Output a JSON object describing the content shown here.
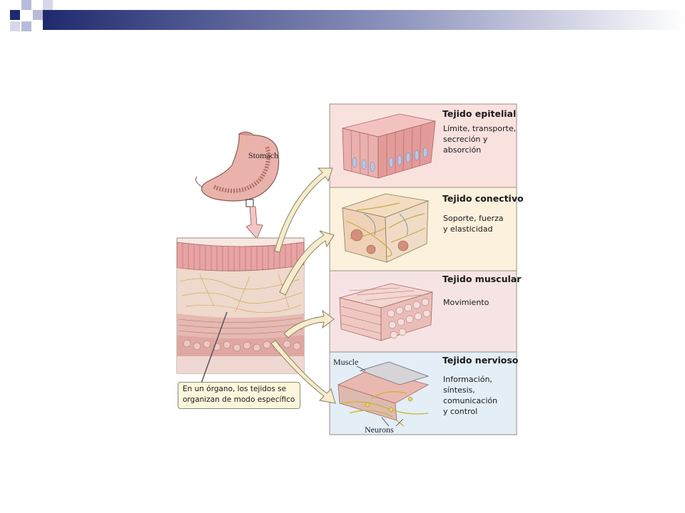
{
  "colors": {
    "header_dark": "#1f2a6e",
    "header_light": "#e8e8f0",
    "epitelial_bg": "#f9e1de",
    "conectivo_bg": "#fbf1dc",
    "muscular_bg": "#f6e4e4",
    "nervioso_bg": "#e3eef6",
    "arrow_fill": "#f6eccb"
  },
  "labels": {
    "stomach": "Stomach",
    "muscle": "Muscle",
    "neurons": "Neurons"
  },
  "tissues": [
    {
      "title": "Tejido epitelial",
      "desc": [
        "Límite, transporte,",
        "secreción y",
        "absorción"
      ]
    },
    {
      "title": "Tejido conectivo",
      "desc": [
        "Soporte, fuerza",
        "y elasticidad"
      ]
    },
    {
      "title": "Tejido muscular",
      "desc": [
        "Movimiento"
      ]
    },
    {
      "title": "Tejido nervioso",
      "desc": [
        "Información,",
        "síntesis,",
        "comunicación",
        "y control"
      ]
    }
  ],
  "callout": [
    "En un órgano, los tejidos se",
    "organizan de modo específico"
  ]
}
